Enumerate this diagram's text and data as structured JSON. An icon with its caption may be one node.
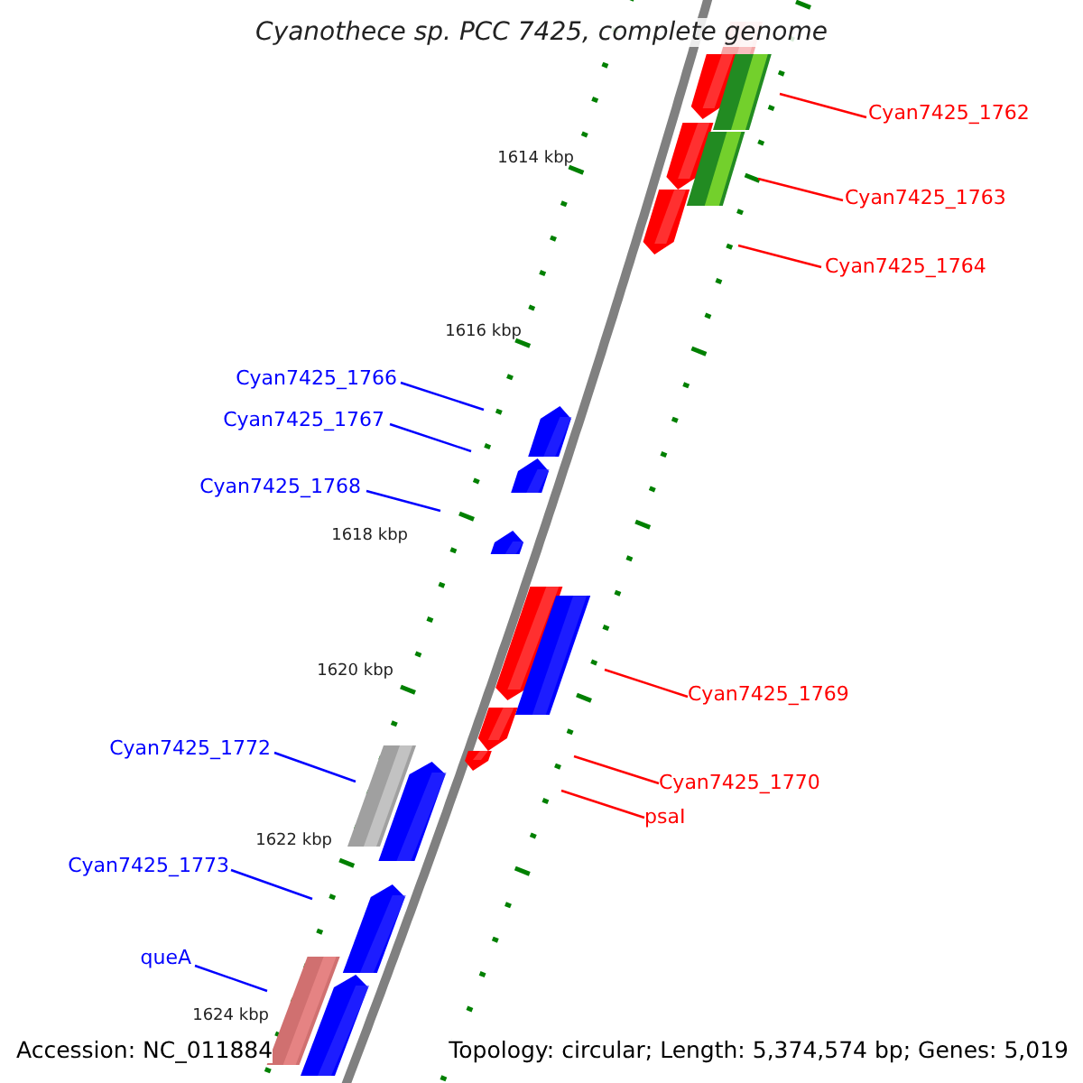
{
  "diagram": {
    "title": "Cyanothece sp. PCC 7425, complete genome",
    "nodes": [
      {
        "text": [
          "Cyan7425_1762"
        ]
      },
      {
        "text": [
          "Cyan7425_1763"
        ]
      },
      {
        "text": [
          "Cyan7425_1764"
        ]
      },
      {
        "text": [
          "Cyan7425_1766"
        ]
      },
      {
        "text": [
          "Cyan7425_1767"
        ]
      },
      {
        "text": [
          "Cyan7425_1768"
        ]
      },
      {
        "text": [
          "Cyan7425_1769"
        ]
      },
      {
        "text": [
          "Cyan7425_1770"
        ]
      },
      {
        "text": [
          "psaI"
        ]
      },
      {
        "text": [
          "Cyan7425_1772"
        ]
      },
      {
        "text": [
          "Cyan7425_1773"
        ]
      },
      {
        "text": [
          "queA"
        ]
      }
    ],
    "edges": [
      {
        "from": 0,
        "to": null,
        "arrow": "none",
        "color": "#ff0000"
      },
      {
        "from": 1,
        "to": null,
        "arrow": "none",
        "color": "#ff0000"
      },
      {
        "from": 2,
        "to": null,
        "arrow": "none",
        "color": "#ff0000"
      },
      {
        "from": 3,
        "to": null,
        "arrow": "none",
        "color": "#0000ff"
      },
      {
        "from": 4,
        "to": null,
        "arrow": "none",
        "color": "#0000ff"
      },
      {
        "from": 5,
        "to": null,
        "arrow": "none",
        "color": "#0000ff"
      },
      {
        "from": 6,
        "to": null,
        "arrow": "none",
        "color": "#ff0000"
      },
      {
        "from": 7,
        "to": null,
        "arrow": "none",
        "color": "#ff0000"
      },
      {
        "from": 8,
        "to": null,
        "arrow": "none",
        "color": "#ff0000"
      },
      {
        "from": 9,
        "to": null,
        "arrow": "none",
        "color": "#0000ff"
      },
      {
        "from": 10,
        "to": null,
        "arrow": "none",
        "color": "#0000ff"
      },
      {
        "from": 11,
        "to": null,
        "arrow": "none",
        "color": "#0000ff"
      }
    ],
    "labels": [
      "1614 kbp",
      "1616 kbp",
      "1618 kbp",
      "1620 kbp",
      "1622 kbp",
      "1624 kbp",
      "Accession: NC_011884",
      "Topology: circular; Length: 5,374,574 bp; Genes: 5,019"
    ]
  }
}
